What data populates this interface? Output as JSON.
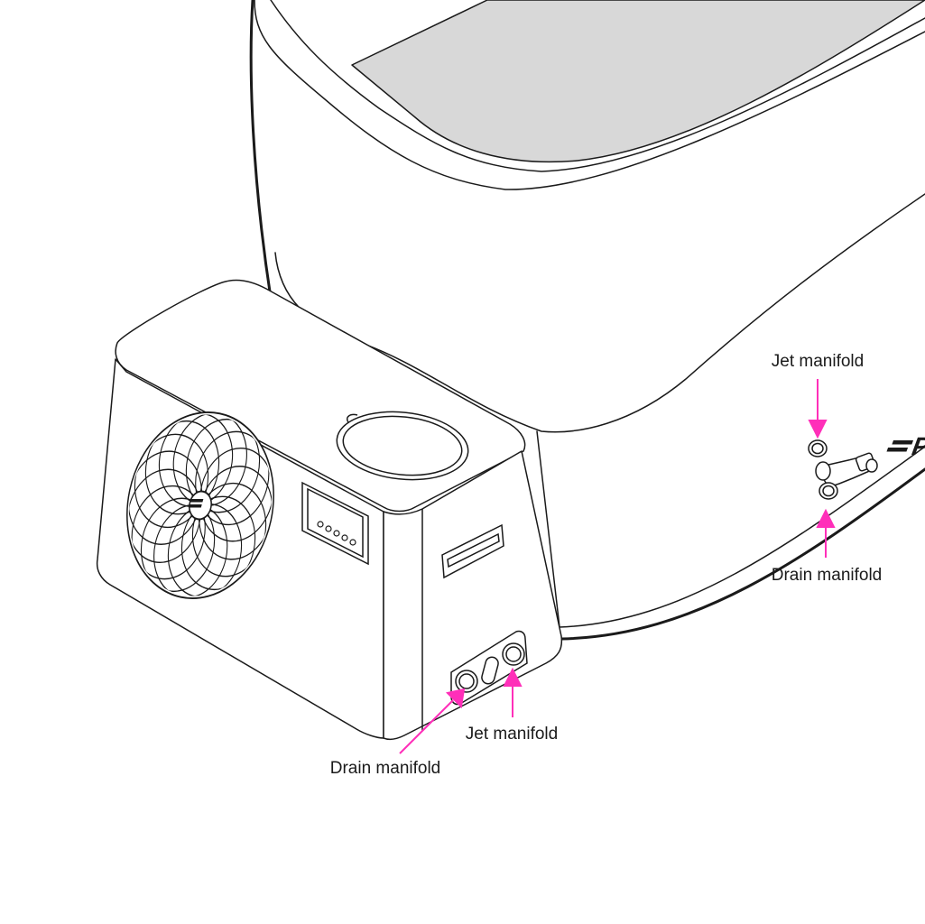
{
  "labels": {
    "jet_manifold_tub": "Jet manifold",
    "drain_manifold_tub": "Drain manifold",
    "jet_manifold_unit": "Jet manifold",
    "drain_manifold_unit": "Drain manifold"
  },
  "brand_mark": "=P",
  "colors": {
    "line": "#1a1a1a",
    "callout": "#ff2fb9",
    "water": "#d8d8d8",
    "background": "#ffffff"
  },
  "icons": {
    "fan": "fan-icon",
    "logo": "brand-logo-icon",
    "arrow": "arrow-icon"
  }
}
